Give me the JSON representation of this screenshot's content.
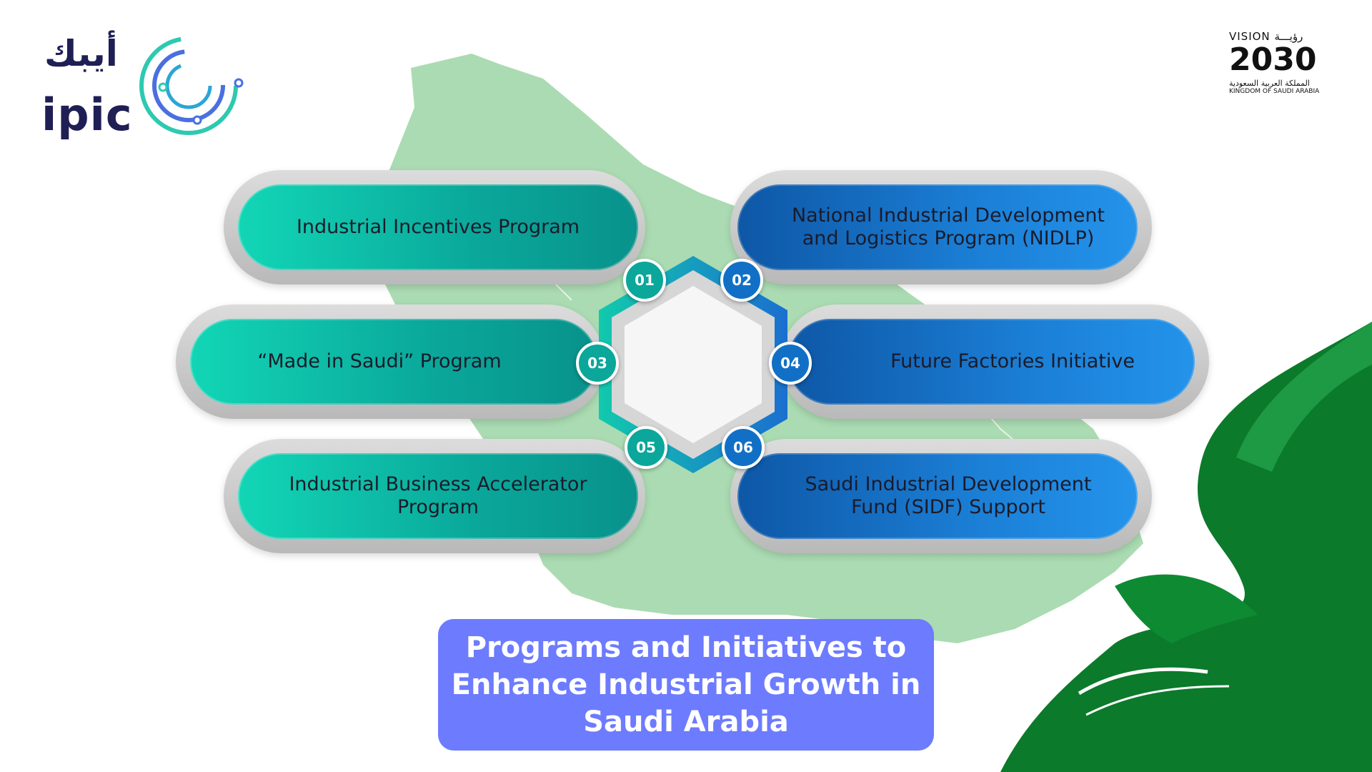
{
  "logo": {
    "arabic": "أيبك",
    "english": "ipic"
  },
  "vision": {
    "top": "VISION رؤيـــة",
    "year": "2030",
    "arabic": "المملكة العربية السعودية",
    "english": "KINGDOM OF SAUDI ARABIA"
  },
  "programs": [
    {
      "num": "01",
      "label": "Industrial Incentives Program"
    },
    {
      "num": "02",
      "label": "National Industrial Development and Logistics Program (NIDLP)"
    },
    {
      "num": "03",
      "label": "“Made in Saudi” Program"
    },
    {
      "num": "04",
      "label": "Future Factories Initiative"
    },
    {
      "num": "05",
      "label": "Industrial Business Accelerator Program"
    },
    {
      "num": "06",
      "label": "Saudi Industrial Development Fund (SIDF) Support"
    }
  ],
  "title": "Programs and Initiatives to Enhance Industrial Growth in Saudi Arabia",
  "colors": {
    "teal": "#0aa79a",
    "blue": "#1170c6",
    "title_bg": "#6d7bff",
    "map": "#a6d9ae",
    "flag": "#0b7a2a"
  }
}
